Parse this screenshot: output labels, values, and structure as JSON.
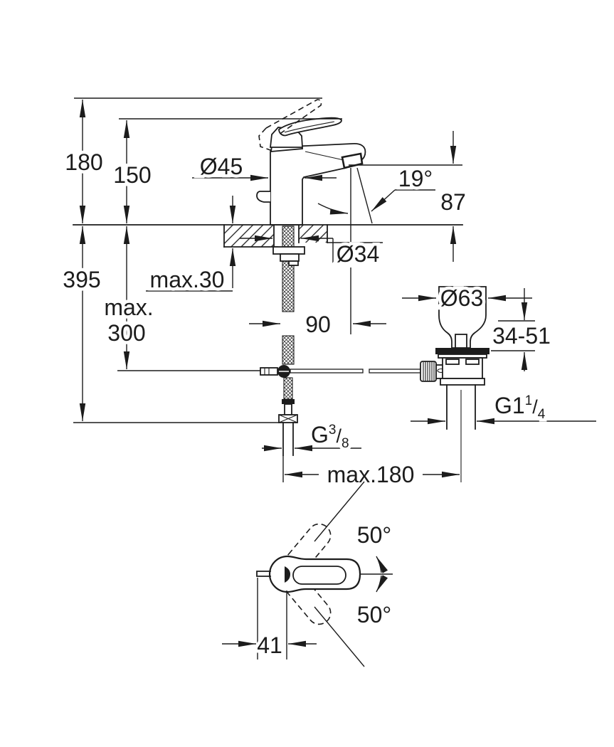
{
  "drawing": {
    "labels": {
      "height_total": "180",
      "height_body": "150",
      "dia_base": "Ø45",
      "spray_angle": "19°",
      "spout_height": "87",
      "deck_thickness": "max.30",
      "dia_hole": "Ø34",
      "height_below_total": "395",
      "hose_max_line1": "max.",
      "hose_max_line2": "300",
      "spout_reach": "90",
      "dia_drain_flange": "Ø63",
      "drain_clamp_range": "34-51",
      "thread_drain_base": "G1",
      "thread_drain_sup": "1",
      "thread_drain_slash": "/",
      "thread_drain_sub": "4",
      "thread_supply_base": "G",
      "thread_supply_sup": "3",
      "thread_supply_slash": "/",
      "thread_supply_sub": "8",
      "drain_offset": "max.180",
      "handle_swing_top": "50°",
      "handle_swing_bottom": "50°",
      "handle_pivot_offset": "41"
    },
    "colors": {
      "line": "#1c1c1c",
      "background": "#ffffff"
    }
  }
}
